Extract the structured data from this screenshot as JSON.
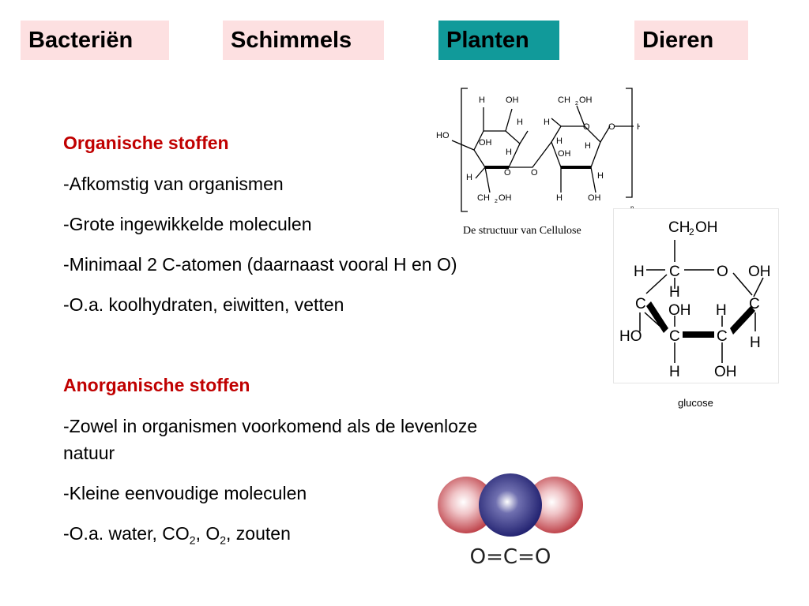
{
  "tabs": [
    {
      "label": "Bacteriën",
      "color": "#fde0e1"
    },
    {
      "label": "Schimmels",
      "color": "#fde0e1"
    },
    {
      "label": "Planten",
      "color": "#119a9a",
      "active": true
    },
    {
      "label": "Dieren",
      "color": "#fde0e1"
    }
  ],
  "organic": {
    "heading": "Organische stoffen",
    "items": [
      "-Afkomstig van organismen",
      "-Grote ingewikkelde moleculen",
      "-Minimaal 2 C-atomen (daarnaast vooral H en O)",
      "-O.a. koolhydraten, eiwitten, vetten"
    ]
  },
  "inorganic": {
    "heading": "Anorganische stoffen",
    "items": [
      "-Zowel in organismen voorkomend als de levenloze",
      "natuur",
      "-Kleine eenvoudige moleculen"
    ],
    "last": {
      "prefix": "-O.a. water, CO",
      "sub1": "2",
      "mid": ", O",
      "sub2": "2",
      "suffix": ", zouten"
    }
  },
  "cellulose": {
    "caption": "De structuur van Cellulose",
    "labels": {
      "H": "H",
      "OH": "OH",
      "HO": "HO",
      "O": "O",
      "CH2OH": "CH",
      "sub2": "2",
      "n": "n"
    }
  },
  "glucose": {
    "caption": "glucose",
    "labels": {
      "C": "C",
      "H": "H",
      "O": "O",
      "OH": "OH",
      "HO": "HO",
      "CH": "CH",
      "sub2": "2"
    }
  },
  "co2": {
    "formula": "O=C=O"
  },
  "colors": {
    "heading_red": "#c00000",
    "tab_pink": "#fde0e1",
    "tab_teal": "#119a9a"
  }
}
